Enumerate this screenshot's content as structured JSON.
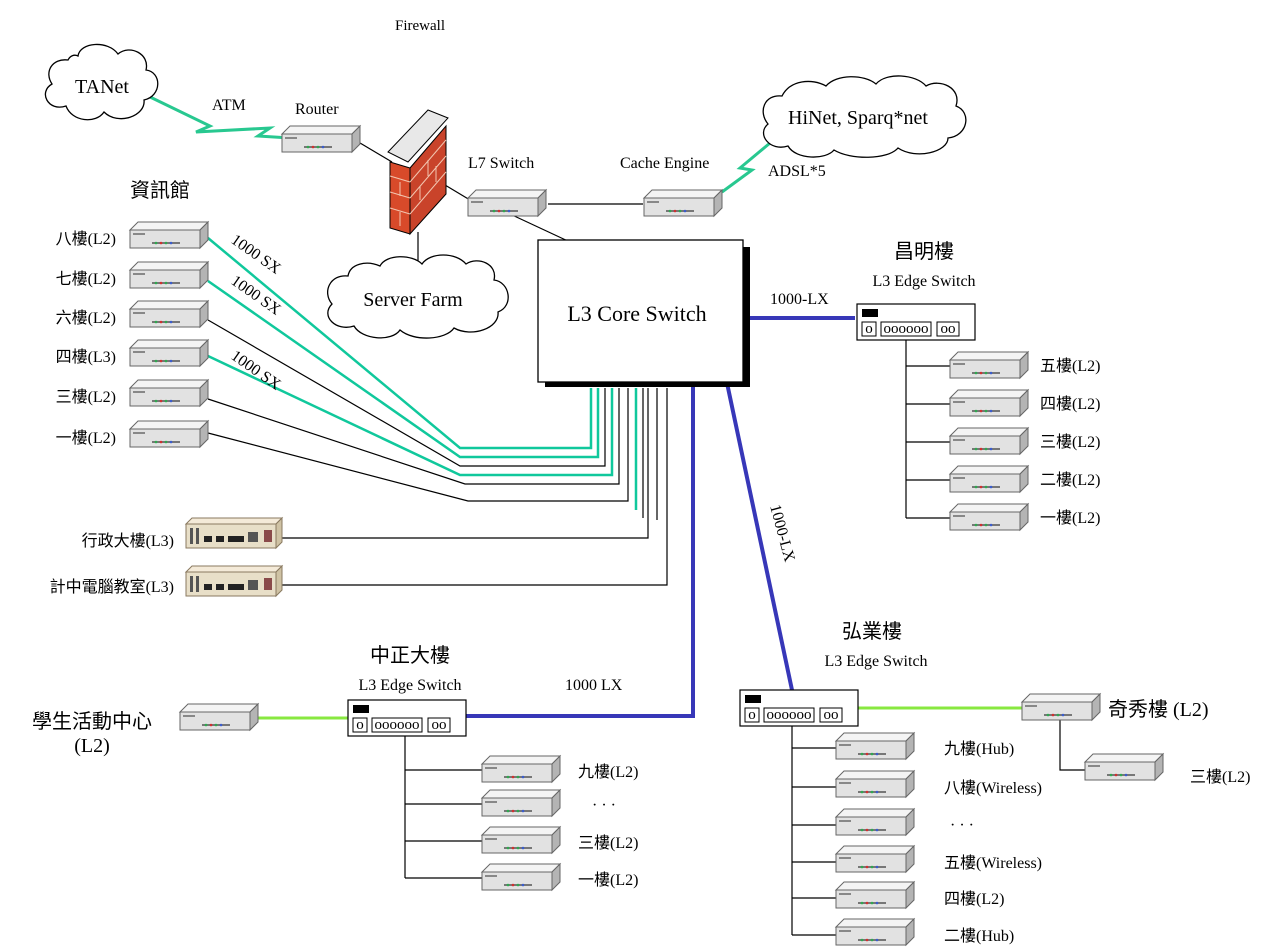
{
  "colors": {
    "fiber_sx": "#10c89c",
    "fiber_lx": "#3737b8",
    "ethernet_green": "#88e840",
    "copper": "#000000",
    "device_fill": "#e6e6e6",
    "wan_link": "#28c890",
    "firewall_brick": "#d84a2a"
  },
  "icons": {
    "cloud": "cloud-icon",
    "switch": "switch-icon",
    "router": "router-icon",
    "firewall": "brick-firewall-icon",
    "edge_switch": "edge-switch-icon",
    "chassis": "chassis-switch-icon"
  },
  "core": {
    "firewall": "Firewall",
    "tanet": "TANet",
    "atm": "ATM",
    "router": "Router",
    "hinet": "HiNet, Sparq*net",
    "adsl": "ADSL*5",
    "l7": "L7 Switch",
    "cache": "Cache Engine",
    "server_farm": "Server Farm",
    "core_switch": "L3 Core Switch",
    "link_1000lx": "1000-LX",
    "link_1000lx_vertical": "1000-LX",
    "link_1000lx_plain": "1000 LX"
  },
  "infohall": {
    "title": "資訊館",
    "floors": [
      "八樓(L2)",
      "七樓(L2)",
      "六樓(L2)",
      "四樓(L3)",
      "三樓(L2)",
      "一樓(L2)"
    ],
    "sx_labels": [
      "1000 SX",
      "1000 SX",
      "1000 SX"
    ]
  },
  "admin": {
    "admin_building": "行政大樓(L3)",
    "computer_room": "計中電腦教室(L3)"
  },
  "changming": {
    "title": "昌明樓",
    "subtitle": "L3 Edge Switch",
    "ports": [
      "o",
      "oooooo",
      "oo"
    ],
    "floors": [
      "五樓(L2)",
      "四樓(L2)",
      "三樓(L2)",
      "二樓(L2)",
      "一樓(L2)"
    ]
  },
  "zhongzheng": {
    "title": "中正大樓",
    "subtitle": "L3 Edge Switch",
    "ports": [
      "o",
      "oooooo",
      "oo"
    ],
    "student_center": "學生活動中心",
    "student_center_sub": "(L2)",
    "floors": [
      "九樓(L2)",
      "· · ·",
      "三樓(L2)",
      "一樓(L2)"
    ]
  },
  "hongye": {
    "title": "弘業樓",
    "subtitle": "L3 Edge Switch",
    "ports": [
      "o",
      "oooooo",
      "oo"
    ],
    "qixiu": "奇秀樓 (L2)",
    "qixiu_third": "三樓(L2)",
    "floors": [
      "九樓(Hub)",
      "八樓(Wireless)",
      "· · ·",
      "五樓(Wireless)",
      "四樓(L2)",
      "二樓(Hub)"
    ]
  }
}
